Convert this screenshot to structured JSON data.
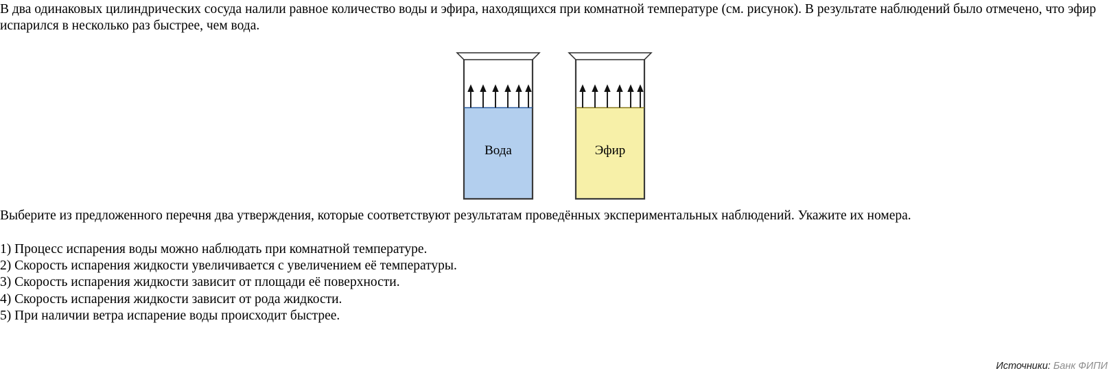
{
  "intro": {
    "text": "В два одинаковых цилиндрических сосуда налили равное количество воды и эфира, находящихся при комнатной температуре (см. рисунок). В результате наблюдений было отмечено, что эфир испарился в несколько раз быстрее, чем вода."
  },
  "prompt": {
    "text": "Выберите из предложенного перечня два утверждения, которые соответствуют результатам проведённых экспериментальных наблюдений. Укажите их номера."
  },
  "options": [
    "1) Процесс испарения воды можно наблюдать при комнатной температуре.",
    "2) Скорость испарения жидкости увеличивается с увеличением её температуры.",
    "3) Скорость испарения жидкости зависит от площади её поверхности.",
    "4) Скорость испарения жидкости зависит от рода жидкости.",
    "5) При наличии ветра испарение воды происходит быстрее."
  ],
  "source": {
    "label": "Источники:",
    "value": "Банк ФИПИ"
  },
  "figure": {
    "caption_left": "Вода",
    "caption_right": "Эфир",
    "arrow_count_left": 6,
    "arrow_count_right": 6,
    "colors": {
      "water_fill": "#b3cfee",
      "ether_fill": "#f7f0a8",
      "outline": "#3a3a3a",
      "arrow": "#111111"
    }
  }
}
